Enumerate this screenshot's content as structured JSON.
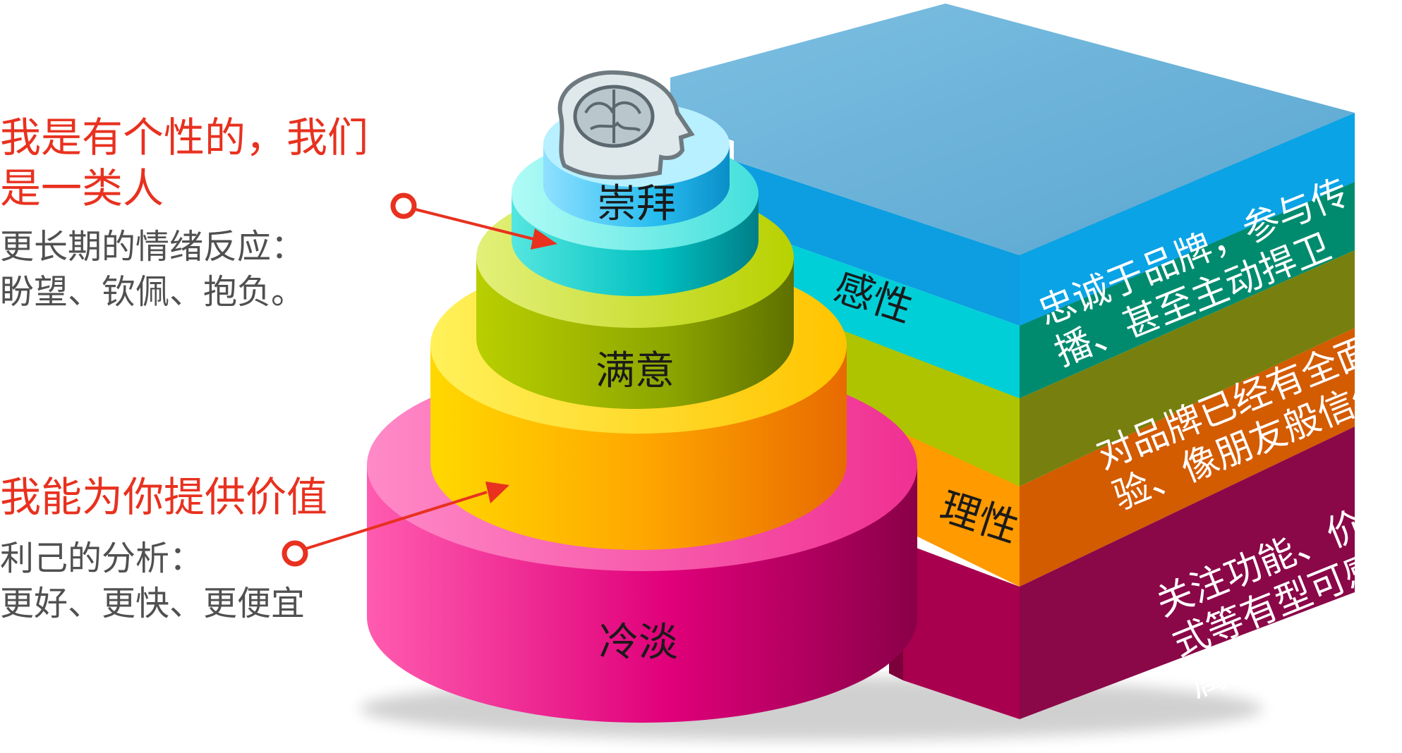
{
  "callouts": [
    {
      "heading_lines": [
        "我是有个性的，我们",
        "是一类人"
      ],
      "body_lines": [
        "更长期的情绪反应：",
        "盼望、钦佩、抱负。"
      ]
    },
    {
      "heading_lines": [
        "我能为你提供价值"
      ],
      "body_lines": [
        "利己的分析：",
        "更好、更快、更便宜"
      ]
    }
  ],
  "pyramid_layers": [
    {
      "label": "冷淡",
      "color": "#e5007e"
    },
    {
      "label": "理性",
      "color": "#ff9f00"
    },
    {
      "label": "满意",
      "color": "#9ab700"
    },
    {
      "label": "感性",
      "color": "#00c7c8"
    },
    {
      "label": "崇拜",
      "color": "#17b8ea"
    }
  ],
  "category_labels": {
    "rational": "理性",
    "emotional": "感性"
  },
  "side_panel": {
    "top_color": "#6ab0d6",
    "bands": [
      {
        "lines": [
          "忠诚于品牌，参与传",
          "播、甚至主动捍卫"
        ]
      },
      {
        "lines": [
          "对品牌已经有全面体",
          "验、像朋友般信任"
        ]
      },
      {
        "lines": [
          "关注功能、价格、样",
          "式等有型可感的外在",
          "属性；品牌转换高"
        ]
      }
    ]
  },
  "head_icon": "brain-head-icon",
  "accent_color": "#e8311f"
}
